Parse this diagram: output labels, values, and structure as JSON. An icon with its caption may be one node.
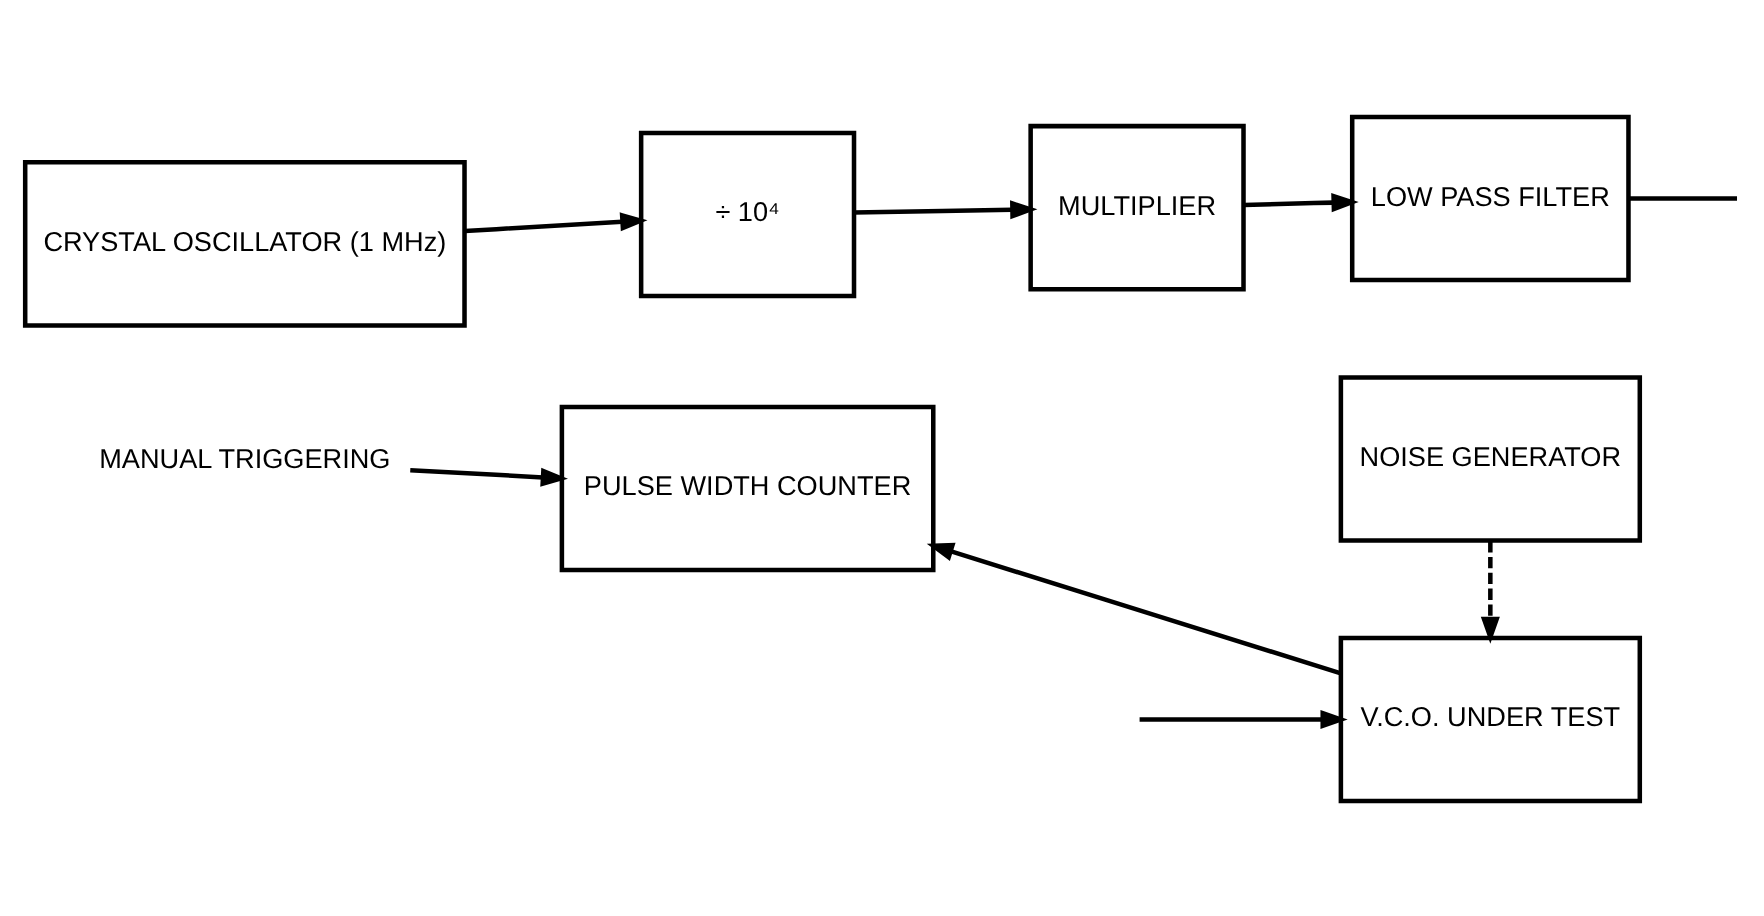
{
  "diagram": {
    "nodes": [
      {
        "text": [
          "CRYSTAL OSCILLATOR (1 MHz)"
        ]
      },
      {
        "text": [
          "÷ 10⁴"
        ]
      },
      {
        "text": [
          "MULTIPLIER"
        ]
      },
      {
        "text": [
          "LOW PASS FILTER"
        ]
      },
      {
        "text": [
          "PULSE WIDTH COUNTER"
        ]
      },
      {
        "text": [
          "V.C.O. UNDER TEST"
        ]
      },
      {
        "text": [
          "MANUAL TRIGGERING"
        ]
      },
      {
        "text": [
          "NOISE GENERATOR"
        ]
      }
    ],
    "edges": [
      {
        "from": 0,
        "to": 1,
        "arrow": "to"
      },
      {
        "from": 1,
        "to": 2,
        "arrow": "to"
      },
      {
        "from": 2,
        "to": 3,
        "arrow": "to"
      },
      {
        "from": 3,
        "to": null,
        "arrow": "none"
      },
      {
        "from": null,
        "to": 5,
        "arrow": "to"
      },
      {
        "from": 5,
        "to": 4,
        "arrow": "to"
      },
      {
        "from": 6,
        "to": 4,
        "arrow": "to"
      },
      {
        "from": 7,
        "to": 5,
        "arrow": "to",
        "style": "dashed"
      }
    ]
  }
}
